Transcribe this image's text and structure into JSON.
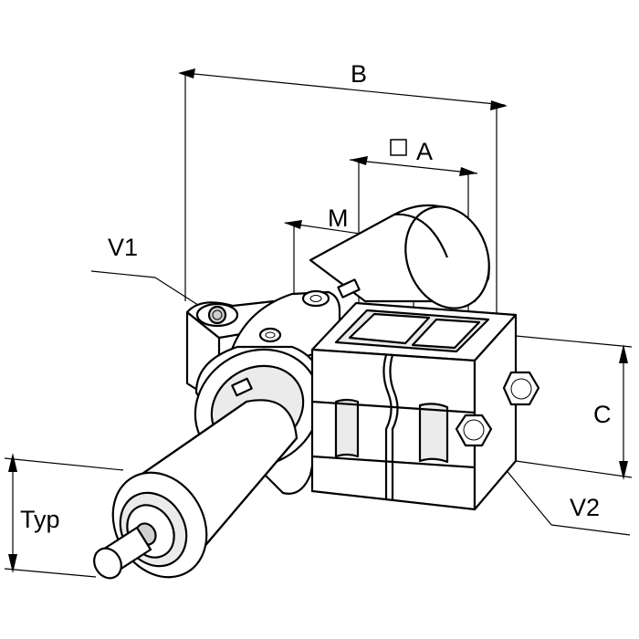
{
  "diagram": {
    "labels": {
      "b": "B",
      "a": "A",
      "m": "M",
      "v1": "V1",
      "v2": "V2",
      "c": "C",
      "typ": "Typ"
    },
    "square_symbol": "square-symbol-icon"
  }
}
